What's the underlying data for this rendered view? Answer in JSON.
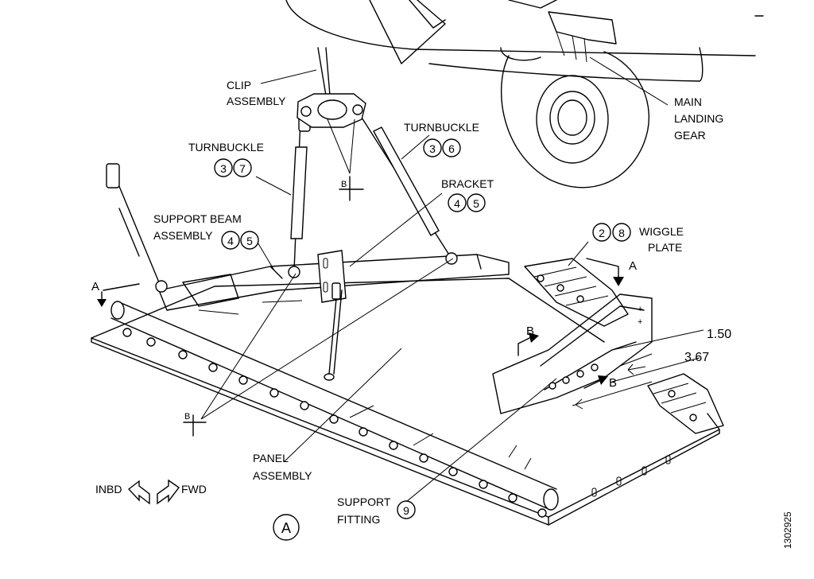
{
  "labels": {
    "clip_1": "CLIP",
    "clip_2": "ASSEMBLY",
    "turnbuckle_left": "TURNBUCKLE",
    "turnbuckle_right": "TURNBUCKLE",
    "bracket": "BRACKET",
    "support_beam_1": "SUPPORT BEAM",
    "support_beam_2": "ASSEMBLY",
    "wiggle_1": "WIGGLE",
    "wiggle_2": "PLATE",
    "mlg_1": "MAIN",
    "mlg_2": "LANDING",
    "mlg_3": "GEAR",
    "panel_1": "PANEL",
    "panel_2": "ASSEMBLY",
    "support_fitting_1": "SUPPORT",
    "support_fitting_2": "FITTING",
    "inbd": "INBD",
    "fwd": "FWD"
  },
  "callouts": {
    "tb_left_a": "3",
    "tb_left_b": "7",
    "tb_right_a": "3",
    "tb_right_b": "6",
    "bracket_a": "4",
    "bracket_b": "5",
    "beam_a": "4",
    "beam_b": "5",
    "wiggle_a": "2",
    "wiggle_b": "8",
    "fitting": "9"
  },
  "sections": {
    "a_left": "A",
    "a_right": "A",
    "b_flag": "B",
    "b_arrow": "B",
    "b_top": "B",
    "b_bottom": "B"
  },
  "dimensions": {
    "d1": "1.50",
    "d2": "3.67"
  },
  "view_label": "A",
  "figure_number": "1302925"
}
